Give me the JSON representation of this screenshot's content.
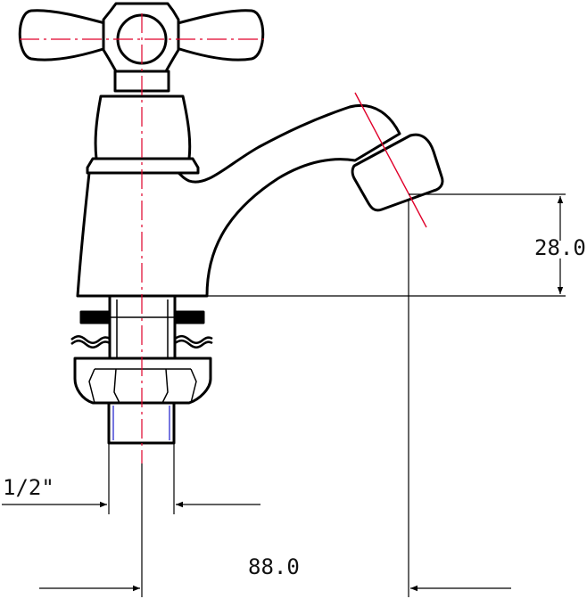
{
  "dimensions": {
    "thread_size": "1/2\"",
    "height_label": "28.0",
    "reach_label": "88.0"
  },
  "colors": {
    "outline": "#000000",
    "centerline": "#e0002a",
    "thread_hidden": "#1a1acc",
    "background": "#ffffff"
  }
}
